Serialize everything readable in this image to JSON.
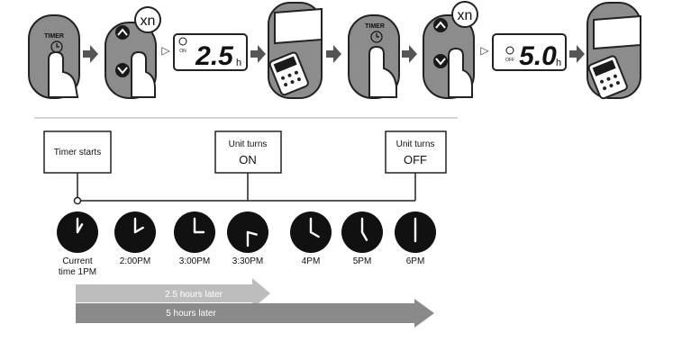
{
  "steps_top": {
    "timer_button_label": "TIMER",
    "repeat_label": "xn",
    "arrow_glyph": "▷",
    "display_on": {
      "value": "2.5",
      "unit": "h",
      "indicator": "ON"
    },
    "display_off": {
      "value": "5.0",
      "unit": "h",
      "indicator": "OFF"
    }
  },
  "timeline": {
    "events": [
      {
        "label_line1": "Timer starts",
        "label_line2": ""
      },
      {
        "label_line1": "Unit turns",
        "label_line2": "ON"
      },
      {
        "label_line1": "Unit turns",
        "label_line2": "OFF"
      }
    ],
    "clocks": [
      {
        "label_line1": "Current",
        "label_line2": "time 1PM",
        "hour": 1,
        "minute": 0
      },
      {
        "label_line1": "2:00PM",
        "label_line2": "",
        "hour": 2,
        "minute": 0
      },
      {
        "label_line1": "3:00PM",
        "label_line2": "",
        "hour": 3,
        "minute": 0
      },
      {
        "label_line1": "3:30PM",
        "label_line2": "",
        "hour": 3,
        "minute": 30
      },
      {
        "label_line1": "4PM",
        "label_line2": "",
        "hour": 4,
        "minute": 0
      },
      {
        "label_line1": "5PM",
        "label_line2": "",
        "hour": 5,
        "minute": 0
      },
      {
        "label_line1": "6PM",
        "label_line2": "",
        "hour": 6,
        "minute": 0
      }
    ],
    "duration_arrows": [
      {
        "label": "2.5 hours later",
        "color": "#bdbdbd"
      },
      {
        "label": "5 hours later",
        "color": "#8a8a8a"
      }
    ]
  },
  "colors": {
    "panel": "#8c8c8c",
    "icon_dark": "#1a1a1a",
    "arrow": "#555555"
  }
}
